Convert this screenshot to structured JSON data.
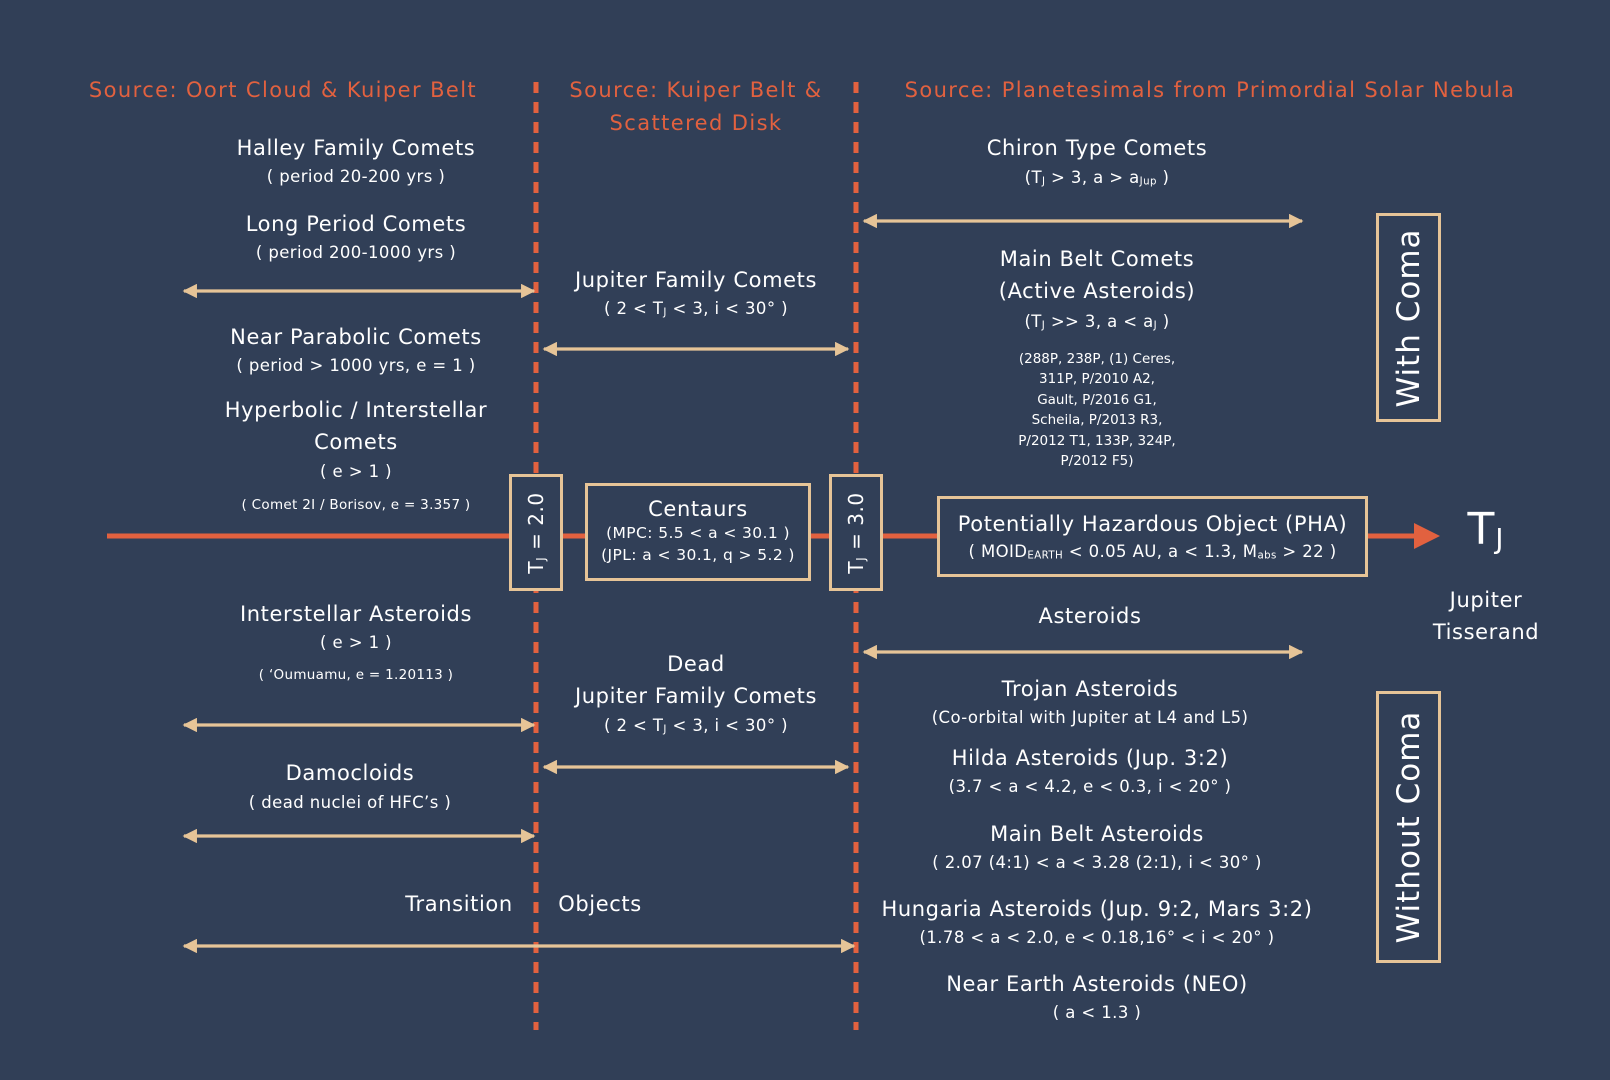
{
  "sources": {
    "left": "Source: Oort Cloud & Kuiper Belt",
    "middle_line1": "Source: Kuiper Belt &",
    "middle_line2": "Scattered Disk",
    "right": "Source: Planetesimals from Primordial Solar Nebula"
  },
  "left_upper": {
    "halley_name": "Halley Family Comets",
    "halley_sub": "( period 20-200 yrs )",
    "long_name": "Long Period Comets",
    "long_sub": "( period 200-1000 yrs )",
    "near_name": "Near Parabolic Comets",
    "near_sub": "( period > 1000 yrs, e = 1 )",
    "hyper_line1": "Hyperbolic / Interstellar",
    "hyper_line2": "Comets",
    "hyper_sub": "( e > 1 )",
    "hyper_note": "( Comet 2I / Borisov, e = 3.357 )"
  },
  "middle_upper": {
    "jfc_name": "Jupiter Family Comets",
    "jfc_sub_a": "( 2 < T",
    "jfc_sub_sub": "J",
    "jfc_sub_b": " < 3, i < 30° )"
  },
  "right_upper": {
    "chiron_name": "Chiron Type Comets",
    "chiron_a": "(T",
    "chiron_sub1": "J",
    "chiron_b": " > 3, a > a",
    "chiron_sub2": "Jup",
    "chiron_c": " )",
    "mbc_line1": "Main Belt Comets",
    "mbc_line2": "(Active Asteroids)",
    "mbc_a": "(T",
    "mbc_sub1": "J",
    "mbc_b": " >> 3, a < a",
    "mbc_sub2": "J",
    "mbc_c": " )",
    "mbc_list": [
      "(288P, 238P, (1) Ceres,",
      "311P, P/2010 A2,",
      "Gault, P/2016 G1,",
      "Scheila, P/2013 R3,",
      "P/2012 T1, 133P, 324P,",
      "P/2012 F5)"
    ]
  },
  "axis": {
    "tj2_a": "T",
    "tj2_sub": "J",
    "tj2_b": " = 2.0",
    "tj3_a": "T",
    "tj3_sub": "J",
    "tj3_b": " = 3.0",
    "centaurs_name": "Centaurs",
    "centaurs_mpc": "(MPC: 5.5 < a < 30.1 )",
    "centaurs_jpl": "(JPL: a < 30.1, q > 5.2 )",
    "pha_name": "Potentially Hazardous Object (PHA)",
    "pha_a": "( MOID",
    "pha_sub1": "EARTH",
    "pha_b": " < 0.05 AU, a < 1.3, M",
    "pha_sub2": "abs",
    "pha_c": " > 22 )",
    "tj_big_a": "T",
    "tj_big_sub": "J",
    "tisserand_line1": "Jupiter",
    "tisserand_line2": "Tisserand"
  },
  "coma": {
    "with": "With Coma",
    "without": "Without Coma"
  },
  "left_lower": {
    "isa_name": "Interstellar Asteroids",
    "isa_sub": "( e > 1 )",
    "isa_note": "( ‘Oumuamu, e = 1.20113 )",
    "damo_name": "Damocloids",
    "damo_sub": "( dead nuclei of HFC’s )",
    "transition_left": "Transition",
    "transition_right": "Objects"
  },
  "middle_lower": {
    "dead_line1": "Dead",
    "dead_line2": "Jupiter Family Comets",
    "dead_sub_a": "( 2 < T",
    "dead_sub_sub": "J",
    "dead_sub_b": " < 3, i < 30° )"
  },
  "right_lower": {
    "asteroids": "Asteroids",
    "trojan_name": "Trojan Asteroids",
    "trojan_sub": "(Co-orbital with Jupiter at L4 and L5)",
    "hilda_name": "Hilda Asteroids (Jup. 3:2)",
    "hilda_sub": "(3.7 < a < 4.2, e < 0.3, i < 20° )",
    "mba_name": "Main Belt Asteroids",
    "mba_sub": "( 2.07 (4:1) < a < 3.28 (2:1), i < 30° )",
    "hungaria_name": "Hungaria Asteroids (Jup. 9:2, Mars 3:2)",
    "hungaria_sub": "(1.78 < a < 2.0, e < 0.18,16° <  i < 20° )",
    "nea_name": "Near Earth Asteroids (NEO)",
    "nea_sub": "( a < 1.3 )"
  },
  "colors": {
    "background": "#313f57",
    "accent": "#e2613f",
    "arrow": "#e6c497",
    "text": "#ffffff"
  }
}
